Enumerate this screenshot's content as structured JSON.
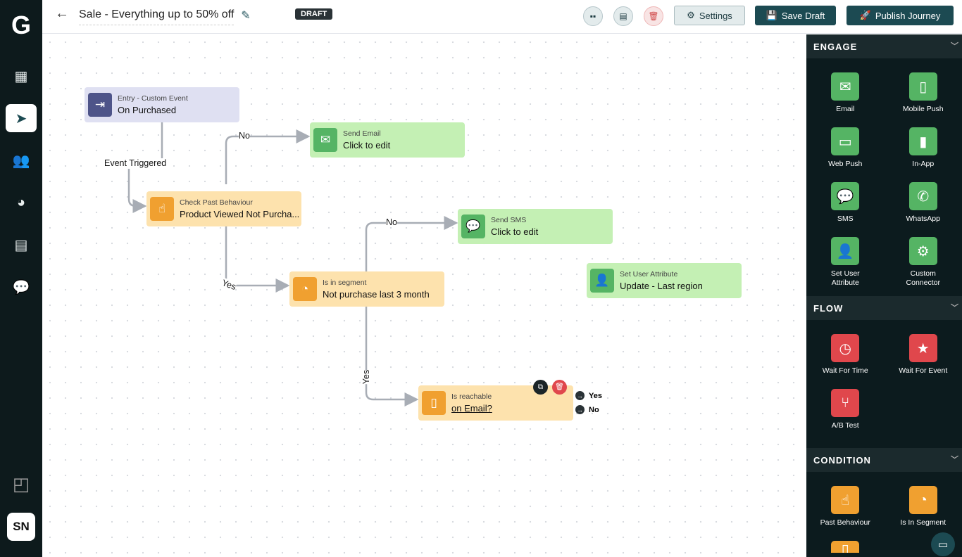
{
  "header": {
    "title": "Sale - Everything up to 50% off",
    "status": "DRAFT",
    "settings_label": "Settings",
    "save_label": "Save Draft",
    "publish_label": "Publish Journey"
  },
  "user": {
    "initials": "SN"
  },
  "nodes": {
    "entry": {
      "type": "Entry - Custom Event",
      "value": "On Purchased"
    },
    "past": {
      "type": "Check Past Behaviour",
      "value": "Product Viewed Not Purcha..."
    },
    "email": {
      "type": "Send Email",
      "value": "Click to edit"
    },
    "sms": {
      "type": "Send SMS",
      "value": "Click to edit"
    },
    "segment": {
      "type": "Is in segment",
      "value": "Not purchase last 3 month"
    },
    "attr": {
      "type": "Set User Attribute",
      "value": "Update - Last region"
    },
    "reach": {
      "type": "Is reachable",
      "value": "on Email?",
      "yes": "Yes",
      "no": "No"
    }
  },
  "edges": {
    "event_triggered": "Event Triggered",
    "no1": "No",
    "yes1": "Yes",
    "no2": "No",
    "yes2": "Yes"
  },
  "panel": {
    "engage": {
      "title": "ENGAGE",
      "items": [
        "Email",
        "Mobile Push",
        "Web Push",
        "In-App",
        "SMS",
        "WhatsApp",
        "Set User Attribute",
        "Custom Connector"
      ]
    },
    "flow": {
      "title": "FLOW",
      "items": [
        "Wait For Time",
        "Wait For Event",
        "A/B Test"
      ]
    },
    "condition": {
      "title": "CONDITION",
      "items": [
        "Past Behaviour",
        "Is In Segment"
      ]
    }
  },
  "colors": {
    "brand": "#1c4a52",
    "engage": "#55b464",
    "flow": "#e0474c",
    "condition": "#f0a030",
    "entry": "#4e5489"
  }
}
